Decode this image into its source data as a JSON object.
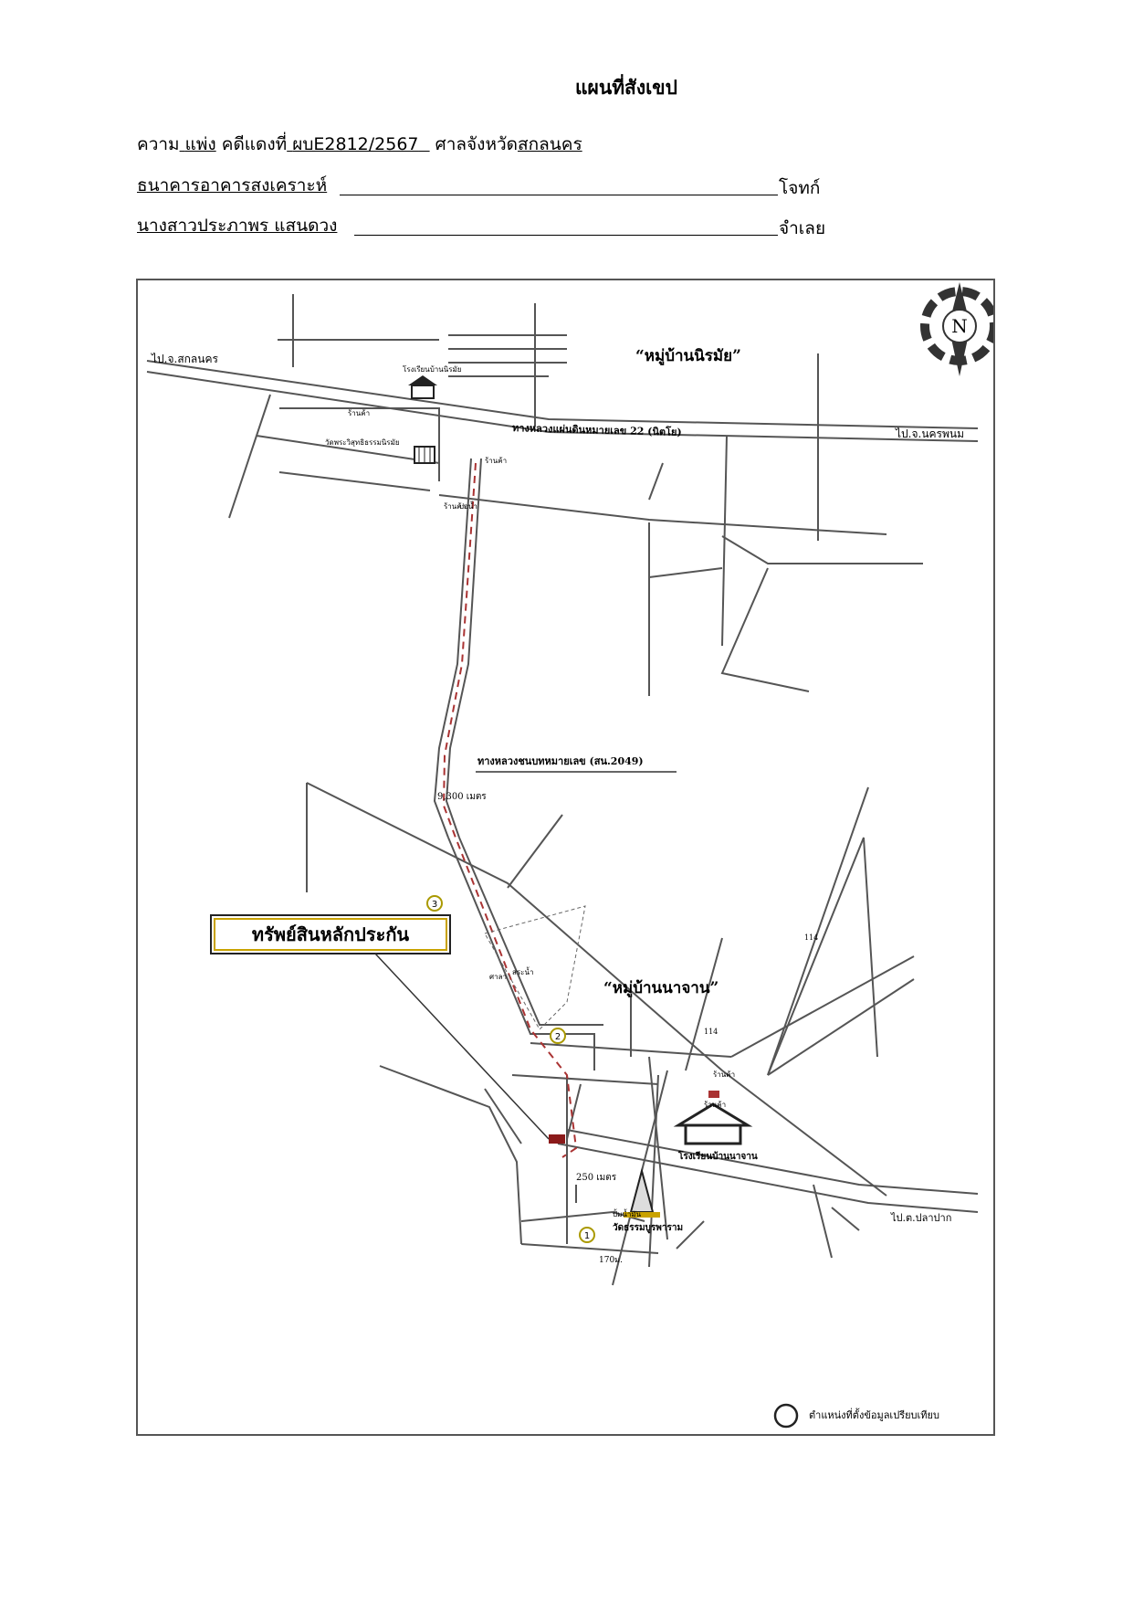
{
  "document": {
    "title": "แผนที่สังเขป",
    "case_prefix": "ความ",
    "case_type": "แพ่ง",
    "red_case_label": "คดีแดงที่",
    "red_case_no": "ผบE2812/2567",
    "court_label": "ศาลจังหวัด",
    "court_name": "สกลนคร",
    "plaintiff": "ธนาคารอาคารสงเคราะห์",
    "plaintiff_role": "โจทก์",
    "defendant": "นางสาวประภาพร แสนดวง",
    "defendant_role": "จำเลย"
  },
  "map": {
    "village_north": "“หมู่บ้านนิรมัย”",
    "village_south": "“หมู่บ้านนาจาน”",
    "north_letter": "N",
    "to_sakon": "ไป.จ.สกลนคร",
    "to_nakhon": "ไป.จ.นครพนม",
    "highway_22": "ทางหลวงแผ่นดินหมายเลข 22 (นิตโย)",
    "highway_2049": "ทางหลวงชนบทหมายเลข (สน.2049)",
    "dist_9300": "9,300 เมตร",
    "dist_250": "250 เมตร",
    "dist_170": "170ม.",
    "to_right_south": "ไป.ต.ปลาปาก",
    "collateral": "ทรัพย์สินหลักประกัน",
    "school": "โรงเรียนบ้านนาจาน",
    "temple": "วัดธรรมบูรพาราม",
    "temple_north": "วัดพระวิสุทธิธรรมนิรมัย",
    "school_north": "โรงเรียนบ้านนิรมัย",
    "pond": "สระน้ำ",
    "legend": "ตำแหน่งที่ตั้งข้อมูลเปรียบเทียบ",
    "markers": [
      "1",
      "2",
      "3"
    ],
    "small_labels": [
      "ร้านค้า",
      "ร้านค้า",
      "ร้านค้า",
      "ร้านค้า",
      "ร้านค้า",
      "บ่อน้ำ",
      "ศาลา",
      "114",
      "114",
      "ปั้มน้ำมัน"
    ]
  }
}
